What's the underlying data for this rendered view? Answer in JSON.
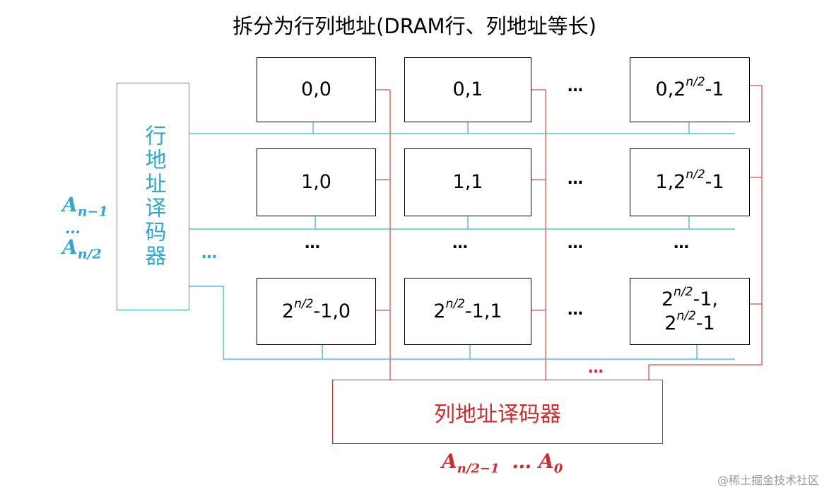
{
  "title": "拆分为行列地址(DRAM行、列地址等长)",
  "row_decoder": {
    "label": "行地址译码器"
  },
  "column_decoder": {
    "label": "列地址译码器"
  },
  "row_address": {
    "top": "A",
    "top_sub": "n−1",
    "dots": "…",
    "bottom": "A",
    "bottom_sub": "n/2"
  },
  "column_address": {
    "left": "A",
    "left_sub": "n/2−1",
    "dots": "…",
    "right": "A",
    "right_sub": "0"
  },
  "ellipsis": "…",
  "cells": {
    "r0c0": "0,0",
    "r0c1": "0,1",
    "r0cL": "0,2",
    "r0cL_sup": "n/2",
    "r0cL_end": "-1",
    "r1c0": "1,0",
    "r1c1": "1,1",
    "r1cL": "1,2",
    "r1cL_sup": "n/2",
    "r1cL_end": "-1",
    "rLc0_base": "2",
    "rLc0_sup": "n/2",
    "rLc0_end": "-1,0",
    "rLc1_base": "2",
    "rLc1_sup": "n/2",
    "rLc1_end": "-1,1",
    "rLcL_base1": "2",
    "rLcL_sup1": "n/2",
    "rLcL_end1": "-1,",
    "rLcL_base2": "2",
    "rLcL_sup2": "n/2",
    "rLcL_end2": "-1"
  },
  "watermark": "@稀土掘金技术社区",
  "colors": {
    "row_wire": "#2fa7cf",
    "column_wire": "#d32b2b",
    "cell_border": "#000000"
  }
}
